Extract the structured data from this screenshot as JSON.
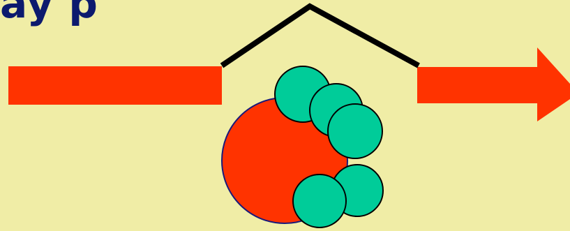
{
  "slide": {
    "title_fragment": "ay  p",
    "colors": {
      "background": "#f0eda6",
      "title": "#0c1a6e",
      "arrow": "#ff3300",
      "enzyme": "#ff3300",
      "enzyme_outline": "#1a1a7a",
      "subunit": "#00cc99",
      "subunit_outline": "#000000",
      "roof": "#000000"
    },
    "shapes": {
      "left_arrow": "incoming-arrow-shaft",
      "right_arrow": "outgoing-arrow",
      "roof": "chevron-roof",
      "large_ball": "red-enzyme-core",
      "small_balls": 5
    }
  }
}
